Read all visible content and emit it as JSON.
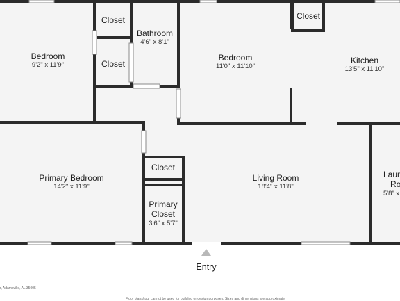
{
  "rooms": {
    "bedroom_west": {
      "name": "Bedroom",
      "dim": "9'2\" x 11'9\""
    },
    "closet_top": {
      "name": "Closet"
    },
    "closet_mid": {
      "name": "Closet"
    },
    "bathroom": {
      "name": "Bathroom",
      "dim": "4'6\" x 8'1\""
    },
    "bedroom_center": {
      "name": "Bedroom",
      "dim": "11'0\" x 11'10\""
    },
    "closet_kitchen": {
      "name": "Closet"
    },
    "kitchen": {
      "name": "Kitchen",
      "dim": "13'5\" x 11'10\""
    },
    "primary_bedroom": {
      "name": "Primary Bedroom",
      "dim": "14'2\" x 11'9\""
    },
    "closet_primary": {
      "name": "Closet"
    },
    "primary_closet": {
      "name_line1": "Primary",
      "name_line2": "Closet",
      "dim": "3'6\" x 5'7\""
    },
    "living_room": {
      "name": "Living Room",
      "dim": "18'4\" x 11'8\""
    },
    "laundry": {
      "name_line1": "Laun",
      "name_line2": "Roo",
      "dim": "5'8\" x"
    }
  },
  "entry": {
    "label": "Entry"
  },
  "footer": {
    "address": "r, Adamsville, AL 35005",
    "disclaimer": "Floor plans/tour cannot be used for building or design purposes. Sizes and dimensions are approximate."
  },
  "colors": {
    "wall": "#2b2b2b",
    "floor": "#f4f4f4",
    "window": "#8a8a8a"
  }
}
